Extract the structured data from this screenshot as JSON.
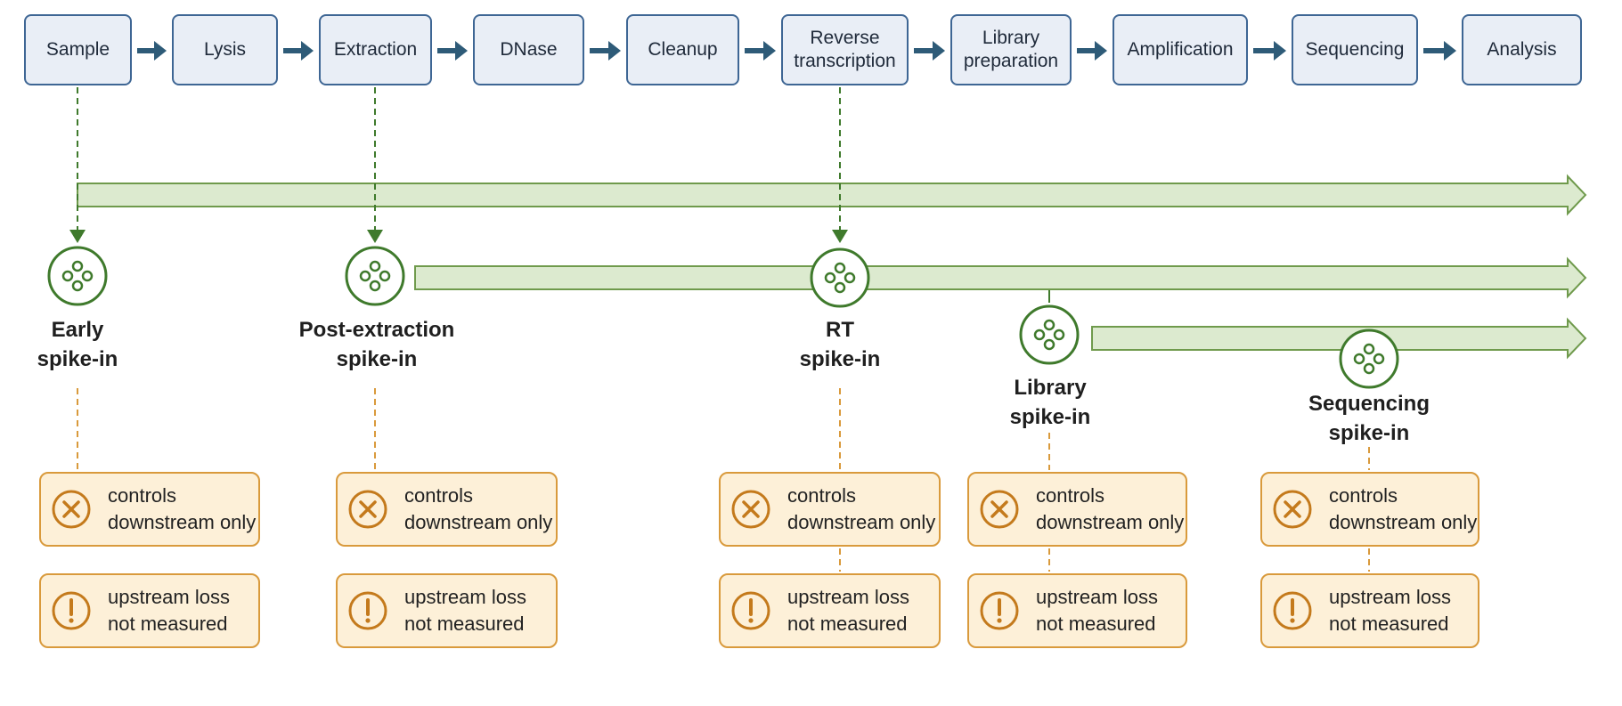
{
  "pipeline": {
    "steps": [
      {
        "id": "sample",
        "label": "Sample"
      },
      {
        "id": "lysis",
        "label": "Lysis"
      },
      {
        "id": "extraction",
        "label": "Extraction"
      },
      {
        "id": "dnase",
        "label": "DNase"
      },
      {
        "id": "cleanup",
        "label": "Cleanup"
      },
      {
        "id": "reverse-transcription",
        "label": "Reverse\ntranscription"
      },
      {
        "id": "library-preparation",
        "label": "Library\npreparation"
      },
      {
        "id": "amplification",
        "label": "Amplification"
      },
      {
        "id": "sequencing",
        "label": "Sequencing"
      },
      {
        "id": "analysis",
        "label": "Analysis"
      }
    ]
  },
  "spike_ins": [
    {
      "id": "early",
      "label": "Early\nspike-in"
    },
    {
      "id": "post-extraction",
      "label": "Post-extraction\nspike-in"
    },
    {
      "id": "rt",
      "label": "RT\nspike-in"
    },
    {
      "id": "library",
      "label": "Library\nspike-in"
    },
    {
      "id": "sequencing",
      "label": "Sequencing\nspike-in"
    }
  ],
  "callouts": {
    "controls": "controls\ndownstream only",
    "upstream": "upstream loss\nnot measured"
  },
  "icons": {
    "spike_in": "bead-cluster-icon",
    "controls": "x-circle-icon",
    "upstream": "exclamation-circle-icon",
    "flow": "arrow-right-icon"
  },
  "colors": {
    "step_fill": "#e9eef6",
    "step_border": "#3e6694",
    "flow_arrow": "#2e5b78",
    "coverage_fill": "#dceacf",
    "coverage_border": "#6f9a4c",
    "spike_green": "#3f7a2c",
    "callout_fill": "#fdf0d8",
    "callout_border": "#d99a3c",
    "callout_icon": "#c47a1c"
  }
}
